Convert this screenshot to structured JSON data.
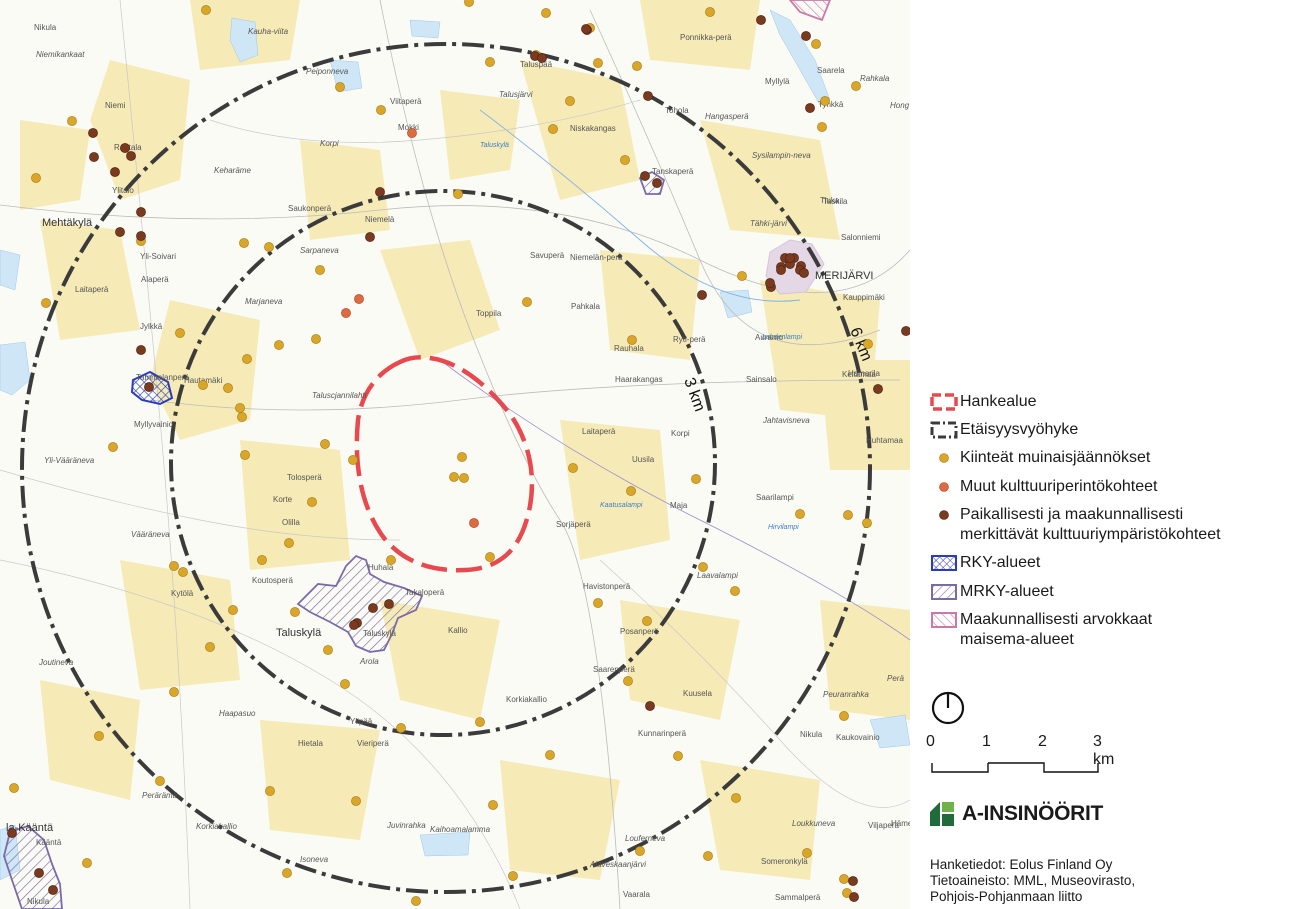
{
  "map": {
    "place_labels": [
      {
        "text": "Nikula",
        "style": "normal"
      },
      {
        "text": "Kauha-viita",
        "style": "italic"
      },
      {
        "text": "Niemikankaat",
        "style": "italic"
      },
      {
        "text": "Niemi",
        "style": "normal"
      },
      {
        "text": "Rantala",
        "style": "normal"
      },
      {
        "text": "Ylitalo",
        "style": "normal"
      },
      {
        "text": "Mehtäkylä",
        "style": "big"
      },
      {
        "text": "Yli-Soivari",
        "style": "normal"
      },
      {
        "text": "Alaperä",
        "style": "normal"
      },
      {
        "text": "Laitaperä",
        "style": "normal"
      },
      {
        "text": "Jylkkä",
        "style": "normal"
      },
      {
        "text": "Tammelanperä",
        "style": "normal"
      },
      {
        "text": "Hautamäki",
        "style": "normal"
      },
      {
        "text": "Myllyvainio",
        "style": "normal"
      },
      {
        "text": "Yli-Vääräneva",
        "style": "italic"
      },
      {
        "text": "Vääräneva",
        "style": "italic"
      },
      {
        "text": "Kytölä",
        "style": "normal"
      },
      {
        "text": "Joutineva",
        "style": "italic"
      },
      {
        "text": "Haapasuo",
        "style": "italic"
      },
      {
        "text": "Perärämä",
        "style": "italic"
      },
      {
        "text": "la-Kääntä",
        "style": "big"
      },
      {
        "text": "Kääntä",
        "style": "normal"
      },
      {
        "text": "Nikula",
        "style": "normal"
      },
      {
        "text": "Korkiakallio",
        "style": "italic"
      },
      {
        "text": "Isoneva",
        "style": "italic"
      },
      {
        "text": "Juvinrahka",
        "style": "italic"
      },
      {
        "text": "Kaihoamalamma",
        "style": "italic"
      },
      {
        "text": "Hietala",
        "style": "normal"
      },
      {
        "text": "Vieriperä",
        "style": "normal"
      },
      {
        "text": "Ylipää",
        "style": "normal"
      },
      {
        "text": "Arola",
        "style": "italic"
      },
      {
        "text": "Taluskylä",
        "style": "big"
      },
      {
        "text": "Taluskylä",
        "style": "normal"
      },
      {
        "text": "Koutosperä",
        "style": "normal"
      },
      {
        "text": "Huhala",
        "style": "normal"
      },
      {
        "text": "Takaloperä",
        "style": "normal"
      },
      {
        "text": "Kallio",
        "style": "normal"
      },
      {
        "text": "Olilla",
        "style": "normal"
      },
      {
        "text": "Korte",
        "style": "normal"
      },
      {
        "text": "Tolosperä",
        "style": "normal"
      },
      {
        "text": "Taluscjannilahti",
        "style": "italic"
      },
      {
        "text": "Marjaneva",
        "style": "italic"
      },
      {
        "text": "Sarpaneva",
        "style": "italic"
      },
      {
        "text": "Niemelä",
        "style": "normal"
      },
      {
        "text": "Saukonperä",
        "style": "normal"
      },
      {
        "text": "Keharäme",
        "style": "italic"
      },
      {
        "text": "Korpi",
        "style": "italic"
      },
      {
        "text": "Viitaperä",
        "style": "normal"
      },
      {
        "text": "Mokki",
        "style": "normal"
      },
      {
        "text": "Peiponneva",
        "style": "italic"
      },
      {
        "text": "Taluspää",
        "style": "normal"
      },
      {
        "text": "Talusjärvi",
        "style": "italic"
      },
      {
        "text": "Niskakangas",
        "style": "normal"
      },
      {
        "text": "Taluskylä",
        "style": "water"
      },
      {
        "text": "Ponnikka-perä",
        "style": "normal"
      },
      {
        "text": "Tohola",
        "style": "normal"
      },
      {
        "text": "Hangasperä",
        "style": "italic"
      },
      {
        "text": "Myllylä",
        "style": "normal"
      },
      {
        "text": "Saarela",
        "style": "normal"
      },
      {
        "text": "Rahkala",
        "style": "italic"
      },
      {
        "text": "Tynkkä",
        "style": "normal"
      },
      {
        "text": "Hong",
        "style": "italic"
      },
      {
        "text": "Tiuka",
        "style": "normal"
      },
      {
        "text": "Sysilampin-neva",
        "style": "italic"
      },
      {
        "text": "Tanskaperä",
        "style": "normal"
      },
      {
        "text": "Tähki-järvi",
        "style": "italic"
      },
      {
        "text": "Taskila",
        "style": "normal"
      },
      {
        "text": "Salonniemi",
        "style": "normal"
      },
      {
        "text": "MERIJÄRVI",
        "style": "big"
      },
      {
        "text": "Kauppimäki",
        "style": "normal"
      },
      {
        "text": "Savuperä",
        "style": "normal"
      },
      {
        "text": "Niemelän-perä",
        "style": "normal"
      },
      {
        "text": "Toppila",
        "style": "normal"
      },
      {
        "text": "Pahkala",
        "style": "normal"
      },
      {
        "text": "Lahdenlampi",
        "style": "water"
      },
      {
        "text": "Auramo",
        "style": "normal"
      },
      {
        "text": "Rauhala",
        "style": "normal"
      },
      {
        "text": "Ryti-perä",
        "style": "normal"
      },
      {
        "text": "Haarakangas",
        "style": "normal"
      },
      {
        "text": "Hamarila",
        "style": "normal"
      },
      {
        "text": "Sainsalo",
        "style": "normal"
      },
      {
        "text": "Keltamaa",
        "style": "normal"
      },
      {
        "text": "Jahtavisneva",
        "style": "italic"
      },
      {
        "text": "Laitaperä",
        "style": "normal"
      },
      {
        "text": "Korpi",
        "style": "normal"
      },
      {
        "text": "Huhtamaa",
        "style": "normal"
      },
      {
        "text": "Uusila",
        "style": "normal"
      },
      {
        "text": "Kaatusalampi",
        "style": "water"
      },
      {
        "text": "Maja",
        "style": "normal"
      },
      {
        "text": "Saarilampi",
        "style": "normal"
      },
      {
        "text": "Hirvilampi",
        "style": "water"
      },
      {
        "text": "Sorjäperä",
        "style": "normal"
      },
      {
        "text": "Havistonperä",
        "style": "normal"
      },
      {
        "text": "Laavalampi",
        "style": "italic"
      },
      {
        "text": "Posanperä",
        "style": "normal"
      },
      {
        "text": "Saarenperä",
        "style": "normal"
      },
      {
        "text": "Korkiakallio",
        "style": "normal"
      },
      {
        "text": "Kuusela",
        "style": "normal"
      },
      {
        "text": "Peuranrahka",
        "style": "italic"
      },
      {
        "text": "Kunnarinperä",
        "style": "normal"
      },
      {
        "text": "Nikula",
        "style": "normal"
      },
      {
        "text": "Kaukovainio",
        "style": "normal"
      },
      {
        "text": "Perä",
        "style": "italic"
      },
      {
        "text": "Viljaperä",
        "style": "normal"
      },
      {
        "text": "Häme",
        "style": "normal"
      },
      {
        "text": "Loukkuneva",
        "style": "italic"
      },
      {
        "text": "Someronkylä",
        "style": "normal"
      },
      {
        "text": "Alaveskaanjärvi",
        "style": "italic"
      },
      {
        "text": "Vaarala",
        "style": "normal"
      },
      {
        "text": "Sammalperä",
        "style": "normal"
      },
      {
        "text": "Louferneva",
        "style": "italic"
      }
    ],
    "rings": [
      {
        "label": "3 km"
      },
      {
        "label": "6 km"
      }
    ]
  },
  "legend": {
    "items": [
      {
        "symbol": "project-area",
        "label": "Hankealue"
      },
      {
        "symbol": "distance-zone",
        "label": "Etäisyysvyöhyke"
      },
      {
        "symbol": "dot-yellow",
        "label": "Kiinteät muinaisjäännökset"
      },
      {
        "symbol": "dot-orange",
        "label": "Muut kulttuuriperintökohteet"
      },
      {
        "symbol": "dot-brown",
        "label": "Paikallisesti ja maakunnallisesti",
        "label2": "merkittävät kulttuuriympäristökohteet"
      },
      {
        "symbol": "rky-area",
        "label": "RKY-alueet"
      },
      {
        "symbol": "mrky-area",
        "label": "MRKY-alueet"
      },
      {
        "symbol": "landscape-area",
        "label": "Maakunnallisesti arvokkaat",
        "label2": "maisema-alueet"
      }
    ],
    "colors": {
      "project": "#e8494e",
      "zone": "#3b3b3b",
      "dot_yellow": "#d9a62a",
      "dot_orange": "#de6b3f",
      "dot_brown": "#7a3a1f",
      "rky": "#2b3cb8",
      "mrky": "#7a6aa8",
      "landscape": "#c97aa8"
    }
  },
  "scale": {
    "ticks": [
      "0",
      "1",
      "2",
      "3 km"
    ]
  },
  "logo": {
    "text": "A-INSINÖÖRIT"
  },
  "credits": {
    "line1": "Hanketiedot: Eolus Finland Oy",
    "line2": "Tietoaineisto: MML, Museovirasto,",
    "line3": "Pohjois-Pohjanmaan liitto"
  }
}
